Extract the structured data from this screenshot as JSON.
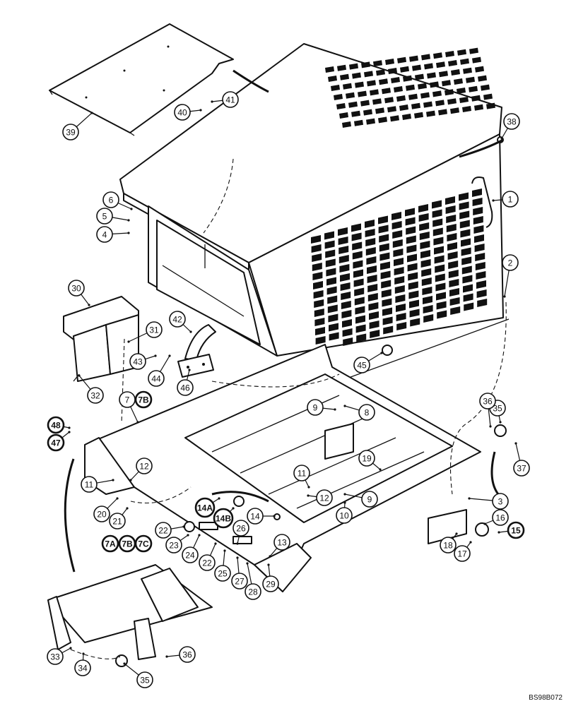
{
  "diagram": {
    "drawing_code": "BS98B072",
    "callouts": [
      {
        "id": "c1",
        "label": "1",
        "bold": false
      },
      {
        "id": "c2",
        "label": "2",
        "bold": false
      },
      {
        "id": "c3",
        "label": "3",
        "bold": false
      },
      {
        "id": "c4",
        "label": "4",
        "bold": false
      },
      {
        "id": "c5",
        "label": "5",
        "bold": false
      },
      {
        "id": "c6",
        "label": "6",
        "bold": false
      },
      {
        "id": "c7",
        "label": "7",
        "bold": false
      },
      {
        "id": "c7b",
        "label": "7B",
        "bold": true
      },
      {
        "id": "c8",
        "label": "8",
        "bold": false
      },
      {
        "id": "c9a",
        "label": "9",
        "bold": false
      },
      {
        "id": "c9b",
        "label": "9",
        "bold": false
      },
      {
        "id": "c10",
        "label": "10",
        "bold": false
      },
      {
        "id": "c11a",
        "label": "11",
        "bold": false
      },
      {
        "id": "c11b",
        "label": "11",
        "bold": false
      },
      {
        "id": "c12a",
        "label": "12",
        "bold": false
      },
      {
        "id": "c12b",
        "label": "12",
        "bold": false
      },
      {
        "id": "c13",
        "label": "13",
        "bold": false
      },
      {
        "id": "c14",
        "label": "14",
        "bold": false
      },
      {
        "id": "c14a",
        "label": "14A",
        "bold": true
      },
      {
        "id": "c14b",
        "label": "14B",
        "bold": true
      },
      {
        "id": "c15",
        "label": "15",
        "bold": true
      },
      {
        "id": "c16",
        "label": "16",
        "bold": false
      },
      {
        "id": "c17",
        "label": "17",
        "bold": false
      },
      {
        "id": "c18",
        "label": "18",
        "bold": false
      },
      {
        "id": "c19",
        "label": "19",
        "bold": false
      },
      {
        "id": "c20",
        "label": "20",
        "bold": false
      },
      {
        "id": "c21",
        "label": "21",
        "bold": false
      },
      {
        "id": "c22a",
        "label": "22",
        "bold": false
      },
      {
        "id": "c22b",
        "label": "22",
        "bold": false
      },
      {
        "id": "c23",
        "label": "23",
        "bold": false
      },
      {
        "id": "c24",
        "label": "24",
        "bold": false
      },
      {
        "id": "c25",
        "label": "25",
        "bold": false
      },
      {
        "id": "c26",
        "label": "26",
        "bold": false
      },
      {
        "id": "c27",
        "label": "27",
        "bold": false
      },
      {
        "id": "c28",
        "label": "28",
        "bold": false
      },
      {
        "id": "c29",
        "label": "29",
        "bold": false
      },
      {
        "id": "c30",
        "label": "30",
        "bold": false
      },
      {
        "id": "c31",
        "label": "31",
        "bold": false
      },
      {
        "id": "c32",
        "label": "32",
        "bold": false
      },
      {
        "id": "c33",
        "label": "33",
        "bold": false
      },
      {
        "id": "c34",
        "label": "34",
        "bold": false
      },
      {
        "id": "c35a",
        "label": "35",
        "bold": false
      },
      {
        "id": "c35b",
        "label": "35",
        "bold": false
      },
      {
        "id": "c36a",
        "label": "36",
        "bold": false
      },
      {
        "id": "c36b",
        "label": "36",
        "bold": false
      },
      {
        "id": "c37",
        "label": "37",
        "bold": false
      },
      {
        "id": "c38",
        "label": "38",
        "bold": false
      },
      {
        "id": "c39",
        "label": "39",
        "bold": false
      },
      {
        "id": "c40",
        "label": "40",
        "bold": false
      },
      {
        "id": "c41",
        "label": "41",
        "bold": false
      },
      {
        "id": "c42",
        "label": "42",
        "bold": false
      },
      {
        "id": "c43",
        "label": "43",
        "bold": false
      },
      {
        "id": "c44",
        "label": "44",
        "bold": false
      },
      {
        "id": "c45",
        "label": "45",
        "bold": false
      },
      {
        "id": "c46",
        "label": "46",
        "bold": false
      },
      {
        "id": "c47",
        "label": "47",
        "bold": true
      },
      {
        "id": "c48",
        "label": "48",
        "bold": true
      },
      {
        "id": "c7a2",
        "label": "7A",
        "bold": true
      },
      {
        "id": "c7b2",
        "label": "7B",
        "bold": true
      },
      {
        "id": "c7c2",
        "label": "7C",
        "bold": true
      }
    ]
  }
}
